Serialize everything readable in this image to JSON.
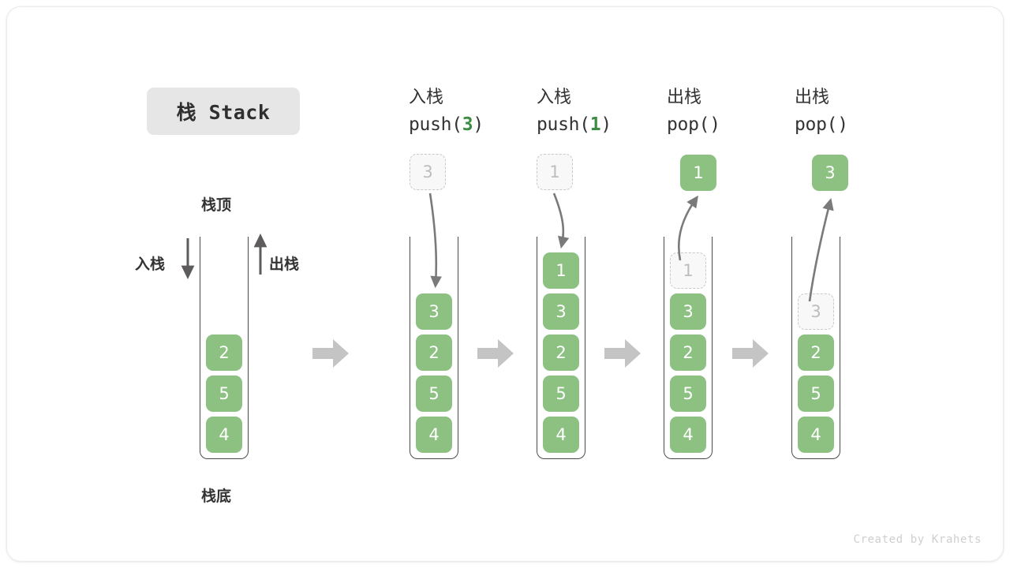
{
  "card": {
    "title_badge": "栈 Stack",
    "credit": "Created by Krahets"
  },
  "colors": {
    "cell_green": "#8cc182",
    "cell_text": "#ffffff",
    "ghost_fill": "#f8f8f8",
    "ghost_border": "#c9c9c9",
    "ghost_text": "#bdbdbd",
    "tube_stroke": "#4a4a4a",
    "arrow_gray": "#c4c4c4",
    "curve_arrow": "#7a7a7a",
    "accent_green_text": "#3c8c43",
    "badge_bg": "#e6e6e6",
    "text_dark": "#333333"
  },
  "legend": {
    "top_label": "栈顶",
    "bottom_label": "栈底",
    "push_label": "入栈",
    "pop_label": "出栈"
  },
  "steps": [
    {
      "id": "initial",
      "head_cn": "",
      "head_code": "",
      "head_arg": "",
      "stack": [
        {
          "value": "2",
          "state": "solid"
        },
        {
          "value": "5",
          "state": "solid"
        },
        {
          "value": "4",
          "state": "solid"
        }
      ],
      "float": null
    },
    {
      "id": "push-3",
      "head_cn": "入栈",
      "head_code_pre": "push(",
      "head_arg": "3",
      "head_code_post": ")",
      "stack": [
        {
          "value": "3",
          "state": "solid"
        },
        {
          "value": "2",
          "state": "solid"
        },
        {
          "value": "5",
          "state": "solid"
        },
        {
          "value": "4",
          "state": "solid"
        }
      ],
      "float": {
        "value": "3",
        "state": "ghost",
        "direction": "in"
      }
    },
    {
      "id": "push-1",
      "head_cn": "入栈",
      "head_code_pre": "push(",
      "head_arg": "1",
      "head_code_post": ")",
      "stack": [
        {
          "value": "1",
          "state": "solid"
        },
        {
          "value": "3",
          "state": "solid"
        },
        {
          "value": "2",
          "state": "solid"
        },
        {
          "value": "5",
          "state": "solid"
        },
        {
          "value": "4",
          "state": "solid"
        }
      ],
      "float": {
        "value": "1",
        "state": "ghost",
        "direction": "in"
      }
    },
    {
      "id": "pop-1",
      "head_cn": "出栈",
      "head_code_pre": "pop(",
      "head_arg": "",
      "head_code_post": ")",
      "stack": [
        {
          "value": "1",
          "state": "ghost"
        },
        {
          "value": "3",
          "state": "solid"
        },
        {
          "value": "2",
          "state": "solid"
        },
        {
          "value": "5",
          "state": "solid"
        },
        {
          "value": "4",
          "state": "solid"
        }
      ],
      "float": {
        "value": "1",
        "state": "solid",
        "direction": "out"
      }
    },
    {
      "id": "pop-3",
      "head_cn": "出栈",
      "head_code_pre": "pop(",
      "head_arg": "",
      "head_code_post": ")",
      "stack": [
        {
          "value": "3",
          "state": "ghost"
        },
        {
          "value": "2",
          "state": "solid"
        },
        {
          "value": "5",
          "state": "solid"
        },
        {
          "value": "4",
          "state": "solid"
        }
      ],
      "float": {
        "value": "3",
        "state": "solid",
        "direction": "out"
      }
    }
  ],
  "transitions": [
    "arrow-1",
    "arrow-2",
    "arrow-3",
    "arrow-4"
  ]
}
